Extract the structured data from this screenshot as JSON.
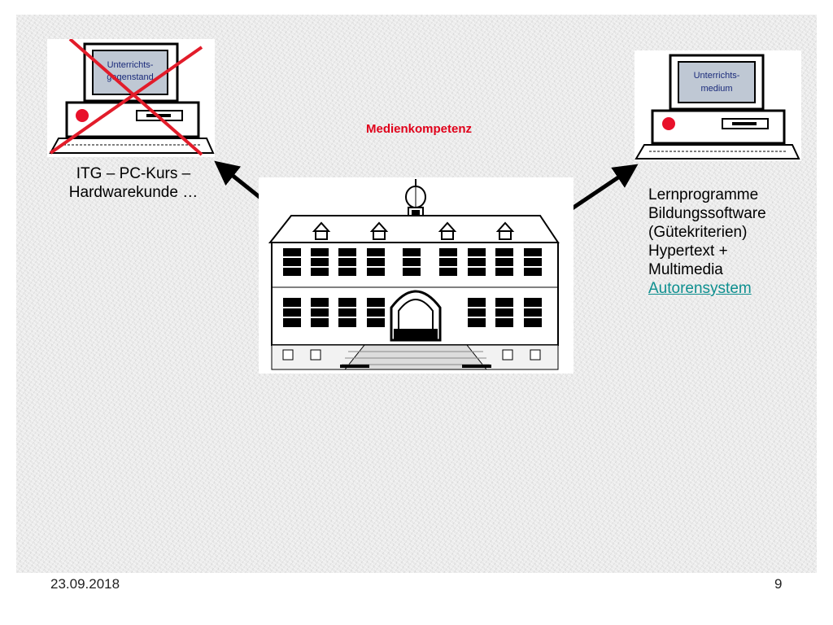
{
  "slide": {
    "center_title": "Medienkompetenz",
    "left_computer": {
      "screen_text_line1": "Unterrichts-",
      "screen_text_line2": "gegenstand",
      "crossed_out": true,
      "caption": "ITG – PC-Kurs – Hardwarekunde …"
    },
    "right_computer": {
      "screen_text_line1": "Unterrichts-",
      "screen_text_line2": "medium",
      "lines": [
        "Lernprogramme",
        "Bildungssoftware",
        "(Gütekriterien)",
        "Hypertext +",
        "Multimedia"
      ],
      "link_text": "Autorensystem"
    },
    "center_image": "school-building",
    "colors": {
      "title": "#e0001a",
      "cross": "#e21c2a",
      "link": "#0d8f8f",
      "power_button": "#e8102a"
    }
  },
  "footer": {
    "date": "23.09.2018",
    "page_number": "9"
  }
}
